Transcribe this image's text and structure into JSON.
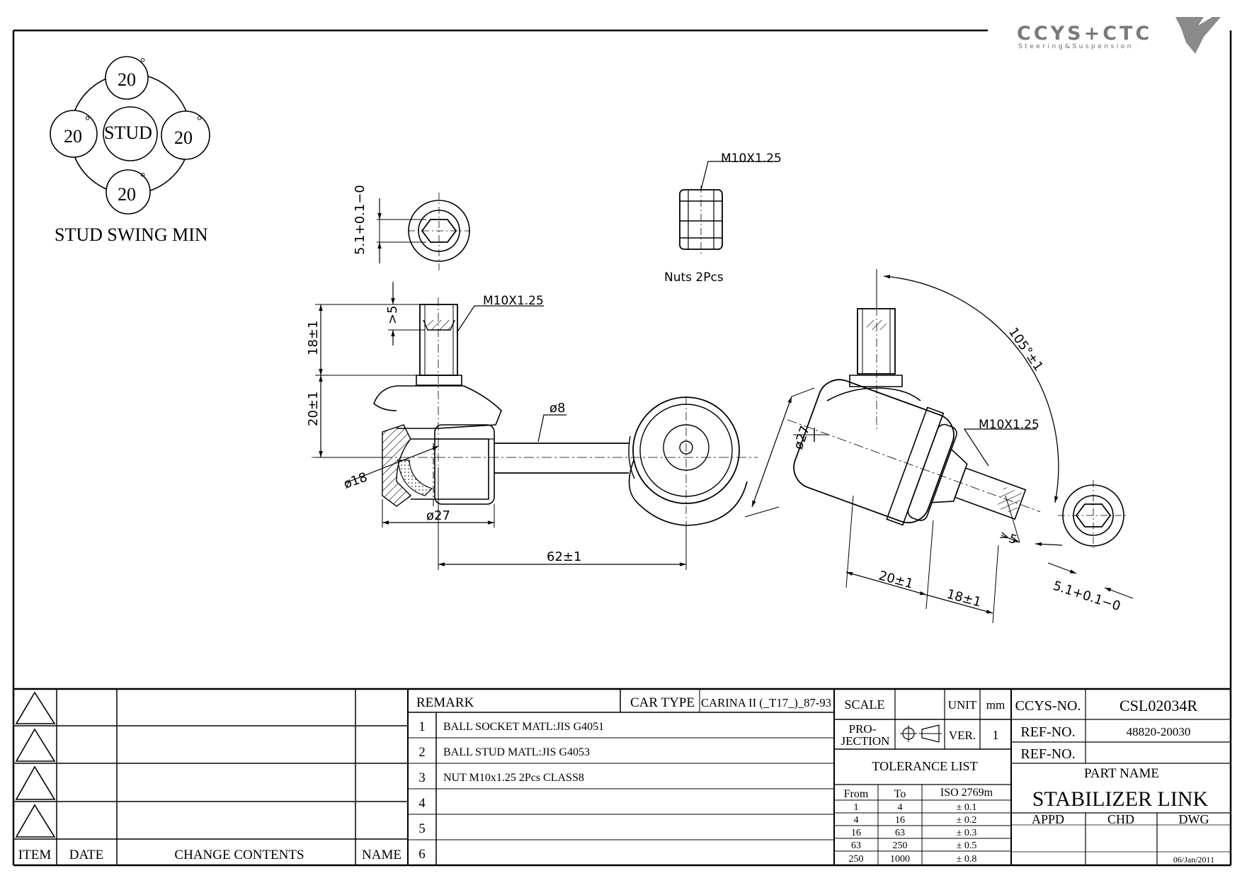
{
  "logo": {
    "brand": "CCYS+CTC",
    "tagline": "Steering&Suspension"
  },
  "swing": {
    "center": "STUD",
    "angles": [
      "20",
      "20",
      "20",
      "20"
    ],
    "degree_mark": "°",
    "title": "STUD SWING MIN"
  },
  "nut": {
    "thread": "M10X1.25",
    "caption": "Nuts  2Pcs"
  },
  "dimensions": {
    "hex_left": "5.1+0.1−0",
    "hex_right": "5.1+0.1−0",
    "min_depth_left": ">5",
    "min_depth_right": ">5",
    "thread_left": "M10X1.25",
    "thread_right": "M10X1.25",
    "stud_length_left": "18±1",
    "body_height_left": "20±1",
    "rod_dia": "ø8",
    "ball_dia": "ø18",
    "socket_dia_left": "ø27",
    "center_distance": "62±1",
    "socket_dia_right": "ø27",
    "angle": "105°±1",
    "body_height_right": "20±1",
    "stud_length_right": "18±1"
  },
  "revisions": {
    "triangles": 4,
    "headers": [
      "ITEM",
      "DATE",
      "CHANGE CONTENTS",
      "NAME"
    ]
  },
  "remark": {
    "label": "REMARK",
    "car_type_label": "CAR TYPE",
    "car_type": "CARINA II (_T17_)_87-93",
    "items": [
      {
        "no": "1",
        "text": "BALL SOCKET MATL:JIS G4051"
      },
      {
        "no": "2",
        "text": "BALL STUD MATL:JIS G4053"
      },
      {
        "no": "3",
        "text": "NUT M10x1.25 2Pcs CLASS8"
      },
      {
        "no": "4",
        "text": ""
      },
      {
        "no": "5",
        "text": ""
      },
      {
        "no": "6",
        "text": ""
      }
    ]
  },
  "spec": {
    "scale_label": "SCALE",
    "scale_value": "",
    "unit_label": "UNIT",
    "unit_value": "mm",
    "projection_label_1": "PRO-",
    "projection_label_2": "JECTION",
    "ver_label": "VER.",
    "ver_value": "1"
  },
  "tolerance": {
    "title": "TOLERANCE LIST",
    "headers": [
      "From",
      "To",
      "ISO 2769m"
    ],
    "rows": [
      [
        "1",
        "4",
        "± 0.1"
      ],
      [
        "4",
        "16",
        "± 0.2"
      ],
      [
        "16",
        "63",
        "± 0.3"
      ],
      [
        "63",
        "250",
        "± 0.5"
      ],
      [
        "250",
        "1000",
        "± 0.8"
      ]
    ]
  },
  "part": {
    "ccys_label": "CCYS-NO.",
    "ccys_no": "CSL02034R",
    "ref_label_1": "REF-NO.",
    "ref_no_1": "48820-20030",
    "ref_label_2": "REF-NO.",
    "ref_no_2": "",
    "name_label": "PART NAME",
    "name": "STABILIZER LINK",
    "sign_headers": [
      "APPD",
      "CHD",
      "DWG"
    ],
    "date": "06/Jan/2011"
  }
}
